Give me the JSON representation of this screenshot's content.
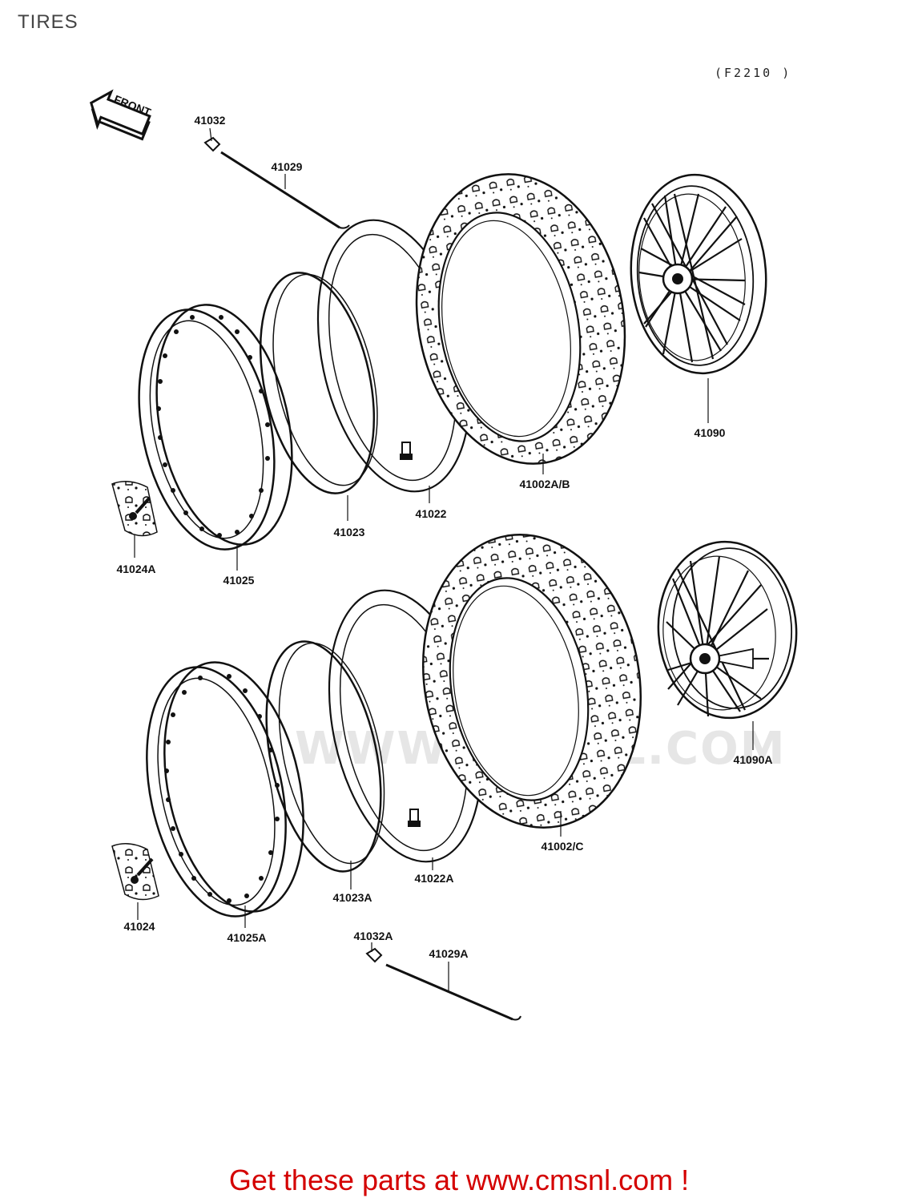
{
  "header": {
    "title": "TIRES",
    "figure_code": "(F2210 )"
  },
  "front_arrow": {
    "label": "FRONT"
  },
  "watermark": {
    "text": "WWW.CMSNL.COM"
  },
  "parts": {
    "p41032": "41032",
    "p41029": "41029",
    "p41090": "41090",
    "p41002ab": "41002A/B",
    "p41022": "41022",
    "p41023": "41023",
    "p41024a": "41024A",
    "p41025": "41025",
    "p41090a": "41090A",
    "p41002c": "41002/C",
    "p41022a": "41022A",
    "p41023a": "41023A",
    "p41024": "41024",
    "p41025a": "41025A",
    "p41032a": "41032A",
    "p41029a": "41029A"
  },
  "footer": {
    "promo": "Get these parts at www.cmsnl.com !"
  },
  "colors": {
    "promo": "#d40000",
    "line": "#111111"
  }
}
